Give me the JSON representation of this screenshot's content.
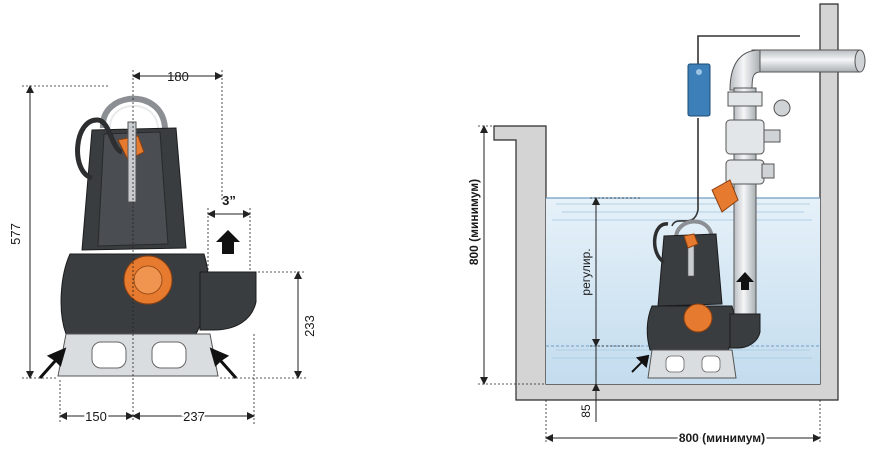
{
  "left_drawing": {
    "dim_top_width": "180",
    "dim_height": "577",
    "dim_outlet_size": "3”",
    "dim_outlet_height": "233",
    "dim_base_left": "150",
    "dim_base_right": "237"
  },
  "right_drawing": {
    "dim_pit_height": "800 (минимум)",
    "dim_pit_width": "800 (минимум)",
    "dim_regulation": "регулир.",
    "dim_bottom_level": "85"
  },
  "colors": {
    "pump_body": "#3a3d40",
    "float_orange": "#e67a2e",
    "water_blue": "#cfe3f1",
    "control_box_blue": "#3d7fb8"
  }
}
